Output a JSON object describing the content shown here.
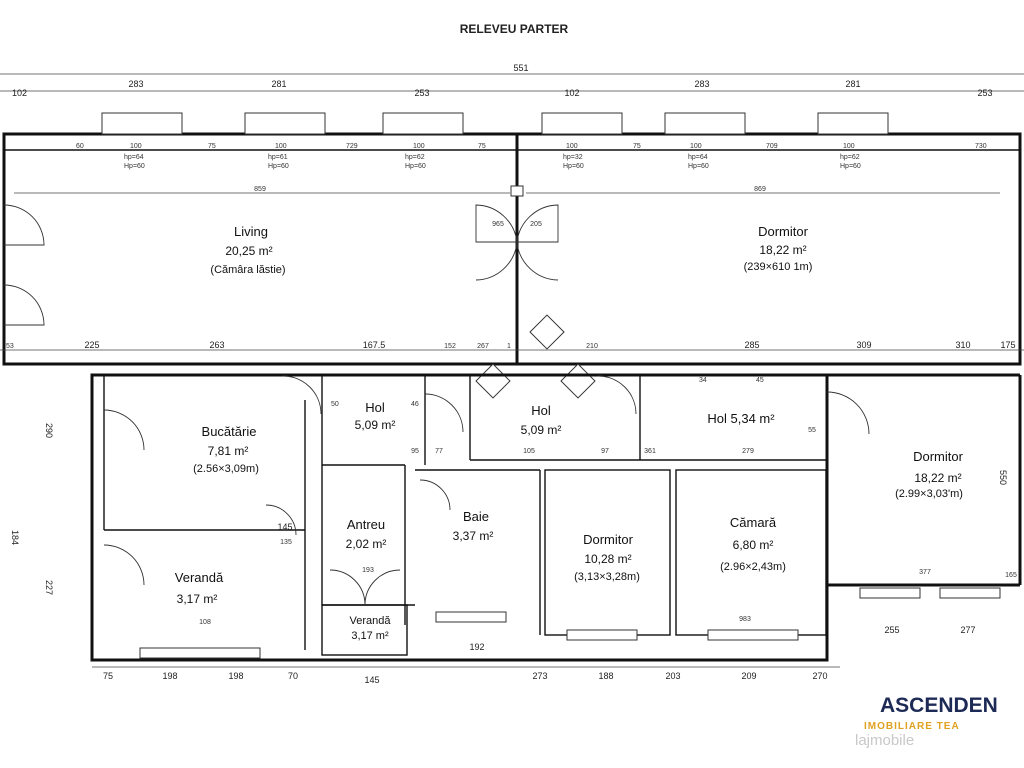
{
  "title": "RELEVEU PARTER",
  "overall_width": "551",
  "top_dims": [
    "102",
    "283",
    "281",
    "253",
    "102",
    "283",
    "281",
    "253"
  ],
  "window_row_dims": [
    "60",
    "100",
    "75",
    "100",
    "729",
    "100",
    "75",
    "100",
    "75",
    "100",
    "709",
    "100",
    "730"
  ],
  "window_heights": [
    {
      "hp": "hp=64",
      "Hp": "Hp=60"
    },
    {
      "hp": "hp=61",
      "Hp": "Hp=60"
    },
    {
      "hp": "hp=62",
      "Hp": "Hp=60"
    },
    {
      "hp": "hp=32",
      "Hp": "Hp=60"
    },
    {
      "hp": "hp=64",
      "Hp": "Hp=60"
    },
    {
      "hp": "hp=62",
      "Hp": "Hp=60"
    }
  ],
  "rooms": {
    "living": {
      "name": "Living",
      "area": "20,25 m²",
      "sub": "(Cămâra lăstie)",
      "width_dim": "859"
    },
    "dormitor_1": {
      "name": "Dormitor",
      "area": "18,22 m²",
      "sub": "(239×610 1m)",
      "width_dim": "869"
    },
    "bucatarie": {
      "name": "Bucătărie",
      "area": "7,81 m²",
      "sub": "(2.56×3,09m)"
    },
    "hol_1": {
      "name": "Hol",
      "area": "5,09 m²"
    },
    "hol_2": {
      "name": "Hol",
      "area": "5,09 m²"
    },
    "hol_3": {
      "name": "Hol 5,34 m²"
    },
    "dormitor_2": {
      "name": "Dormitor",
      "area": "18,22 m²",
      "sub": "(2.99×3,03'm)"
    },
    "antreu": {
      "name": "Antreu",
      "area": "2,02 m²"
    },
    "baie": {
      "name": "Baie",
      "area": "3,37 m²"
    },
    "dormitor_3": {
      "name": "Dormitor",
      "area": "10,28 m²",
      "sub": "(3,13×3,28m)"
    },
    "camara": {
      "name": "Cămară",
      "area": "6,80 m²",
      "sub": "(2.96×2,43m)"
    },
    "veranda_1": {
      "name": "Verandă",
      "area": "3,17 m²"
    },
    "veranda_2": {
      "name": "Verandă",
      "area": "3,17 m²"
    }
  },
  "mid_dims": [
    "53",
    "225",
    "263",
    "167.5",
    "152",
    "267",
    "1",
    "210",
    "285",
    "309",
    "310",
    "175"
  ],
  "bottom_dims": [
    "75",
    "198",
    "198",
    "70",
    "145",
    "273",
    "188",
    "203",
    "209",
    "270"
  ],
  "misc_dims": {
    "d965": "965",
    "d205": "205",
    "hall_left": "50",
    "hall_right": "46",
    "d34": "34",
    "d45": "45",
    "d105": "105",
    "d97": "97",
    "d279": "279",
    "d95": "95",
    "d77": "77",
    "d361": "361",
    "d55": "55",
    "d145": "145",
    "d135": "135",
    "d193": "193",
    "d108": "108",
    "d192": "192",
    "d983": "983",
    "d255": "255",
    "d277": "277",
    "d377": "377",
    "d165": "165",
    "d550": "550",
    "left_290": "290",
    "left_184": "184",
    "left_227": "227"
  },
  "brand": {
    "name": "ASCENDEN",
    "tagline": "IMOBILIARE TEA"
  },
  "watermark": "lajmobile"
}
